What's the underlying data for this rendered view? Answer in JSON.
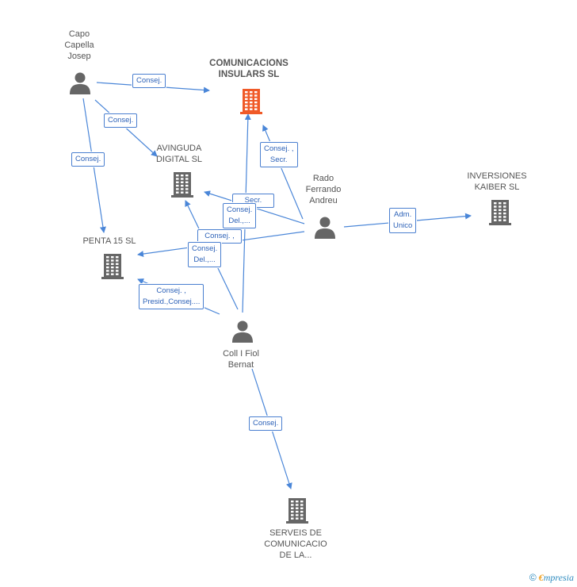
{
  "nodes": {
    "comunicacions": {
      "label_lines": [
        "COMUNICACIONS",
        "INSULARS SL"
      ],
      "kind": "company",
      "color": "#f05a28"
    },
    "avinguda": {
      "label_lines": [
        "AVINGUDA",
        "DIGITAL SL"
      ],
      "kind": "company",
      "color": "#666666"
    },
    "penta": {
      "label_lines": [
        "PENTA 15 SL"
      ],
      "kind": "company",
      "color": "#666666"
    },
    "inversiones": {
      "label_lines": [
        "INVERSIONES",
        "KAIBER SL"
      ],
      "kind": "company",
      "color": "#666666"
    },
    "serveis": {
      "label_lines": [
        "SERVEIS DE",
        "COMUNICACIO",
        "DE LA..."
      ],
      "kind": "company",
      "color": "#666666"
    },
    "capo": {
      "label_lines": [
        "Capo",
        "Capella",
        "Josep"
      ],
      "kind": "person",
      "color": "#666666"
    },
    "rado": {
      "label_lines": [
        "Rado",
        "Ferrando",
        "Andreu"
      ],
      "kind": "person",
      "color": "#666666"
    },
    "coll": {
      "label_lines": [
        "Coll I Fiol",
        "Bernat"
      ],
      "kind": "person",
      "color": "#666666"
    }
  },
  "edge_labels": {
    "capo_comunicacions": [
      "Consej."
    ],
    "capo_avinguda": [
      "Consej."
    ],
    "capo_penta": [
      "Consej."
    ],
    "rado_comunicacions": [
      "Consej. ,",
      "Secr."
    ],
    "rado_avinguda_back": [
      "Secr."
    ],
    "rado_avinguda": [
      "Consej.",
      "Del.,..."
    ],
    "rado_penta_back": [
      "Consej. ,"
    ],
    "rado_penta": [
      "Consej.",
      "Del.,..."
    ],
    "rado_inversiones": [
      "Adm.",
      "Unico"
    ],
    "coll_penta": [
      "Consej. ,",
      "Presid.,Consej...."
    ],
    "coll_serveis": [
      "Consej."
    ]
  },
  "colors": {
    "edge": "#4a86d8",
    "accent": "#f05a28",
    "node": "#666666"
  },
  "icons": {
    "company": "building-icon",
    "person": "person-icon"
  },
  "footer": {
    "symbol": "©",
    "brand_initial": "€",
    "brand_rest": "mpresia"
  }
}
